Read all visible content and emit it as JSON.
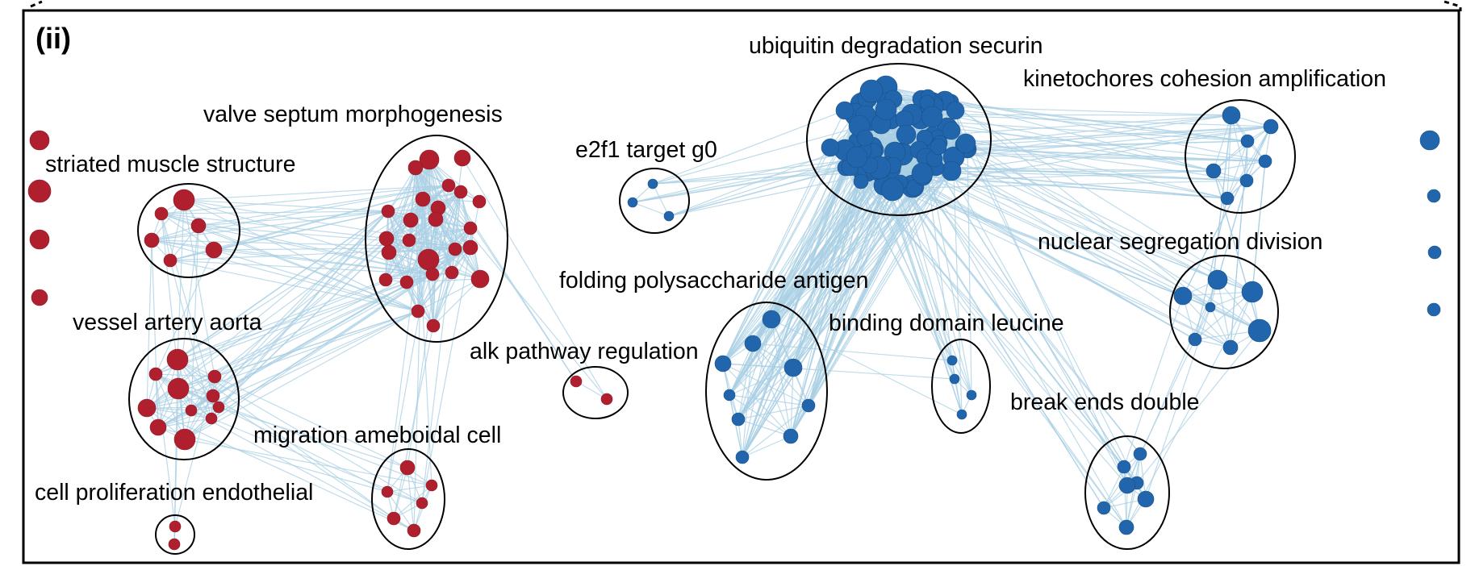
{
  "panel_label": "(ii)",
  "colors": {
    "group_a": "#b01f2e",
    "group_b": "#2166ac",
    "edge": "#a9cfe4"
  },
  "clusters": [
    {
      "id": "striated",
      "label": "striated muscle structure",
      "group": "a"
    },
    {
      "id": "valve",
      "label": "valve septum morphogenesis",
      "group": "a"
    },
    {
      "id": "vessel",
      "label": "vessel artery aorta",
      "group": "a"
    },
    {
      "id": "migration",
      "label": "migration ameboidal cell",
      "group": "a"
    },
    {
      "id": "proliferation",
      "label": "cell proliferation endothelial",
      "group": "a"
    },
    {
      "id": "alk",
      "label": "alk pathway regulation",
      "group": "a"
    },
    {
      "id": "e2f1",
      "label": "e2f1 target g0",
      "group": "b"
    },
    {
      "id": "ubiquitin",
      "label": "ubiquitin degradation securin",
      "group": "b"
    },
    {
      "id": "kinetochores",
      "label": "kinetochores cohesion amplification",
      "group": "b"
    },
    {
      "id": "nuclear",
      "label": "nuclear segregation division",
      "group": "b"
    },
    {
      "id": "folding",
      "label": "folding polysaccharide antigen",
      "group": "b"
    },
    {
      "id": "binding",
      "label": "binding domain leucine",
      "group": "b"
    },
    {
      "id": "break",
      "label": "break ends double",
      "group": "b"
    }
  ]
}
